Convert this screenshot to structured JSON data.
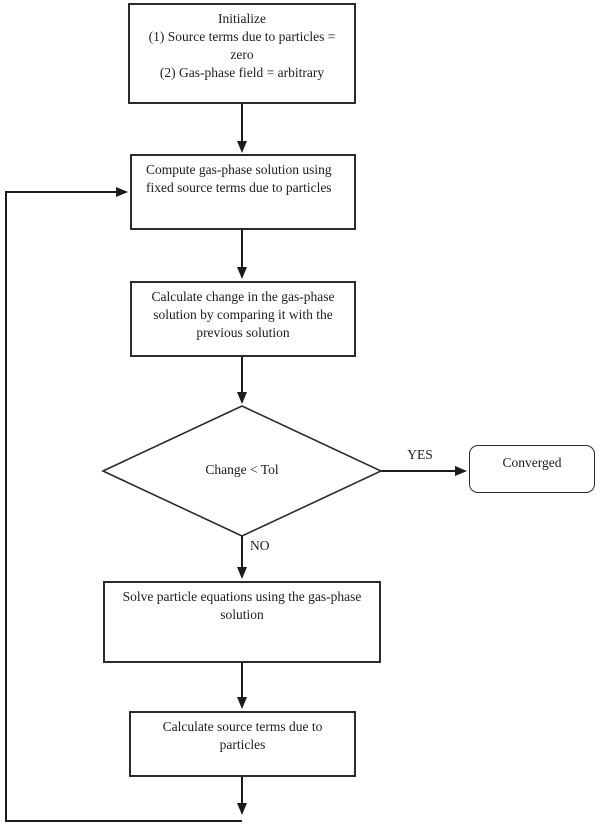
{
  "diagram": {
    "type": "flowchart",
    "colors": {
      "line": "#2b2b2b",
      "background": "#ffffff",
      "text": "#1c1c1c"
    },
    "nodes": {
      "initialize": {
        "shape": "rectangle",
        "text": "Initialize\n(1) Source terms due to particles =\nzero\n(2) Gas-phase field = arbitrary"
      },
      "compute": {
        "shape": "rectangle",
        "text": "Compute gas-phase solution using\nfixed source terms due to particles"
      },
      "calculate_change": {
        "shape": "rectangle",
        "text": "Calculate change in the gas-phase\nsolution by comparing it with the\nprevious solution"
      },
      "decision": {
        "shape": "diamond",
        "text": "Change < Tol"
      },
      "converged": {
        "shape": "rounded-rectangle",
        "text": "Converged"
      },
      "solve_particles": {
        "shape": "rectangle",
        "text": "Solve particle equations using the gas-phase\nsolution"
      },
      "calc_source_terms": {
        "shape": "rectangle",
        "text": "Calculate source terms due to\nparticles"
      }
    },
    "labels": {
      "yes": "YES",
      "no": "NO"
    },
    "edges": [
      "initialize -> compute",
      "compute -> calculate_change",
      "calculate_change -> decision",
      "decision -YES-> converged",
      "decision -NO-> solve_particles",
      "solve_particles -> calc_source_terms",
      "calc_source_terms -> feedback-loop -> compute"
    ]
  }
}
